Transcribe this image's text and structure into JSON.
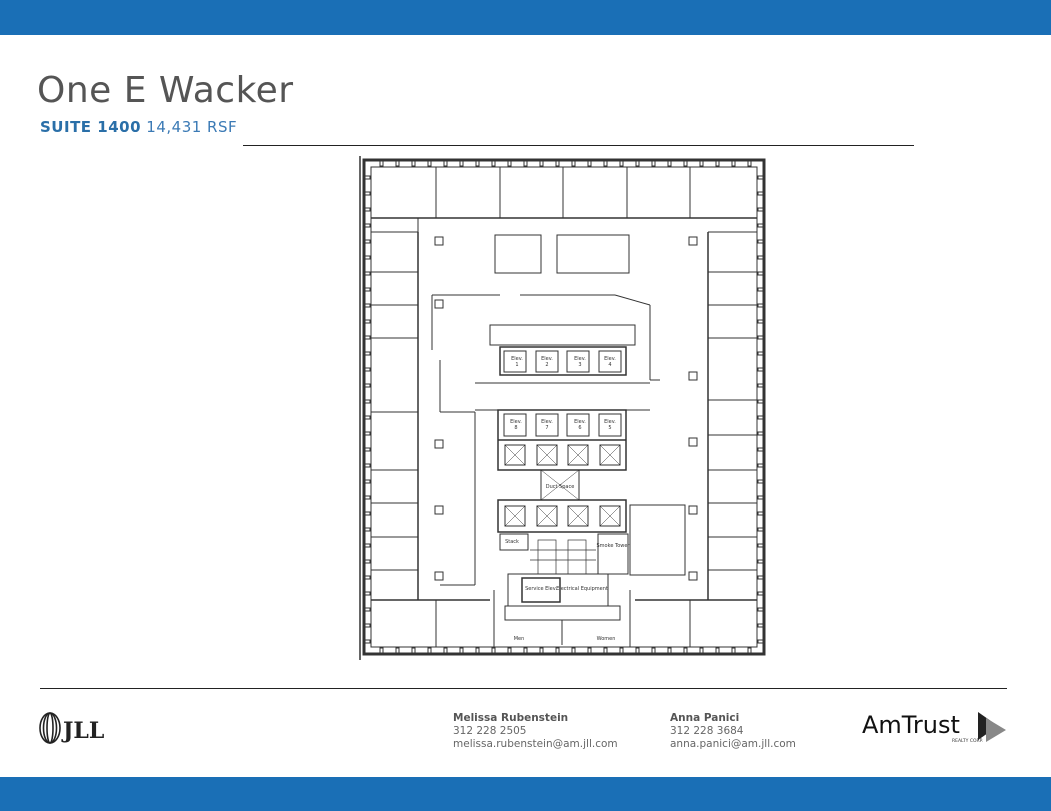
{
  "header": {
    "title": "One E Wacker",
    "suite": "SUITE 1400",
    "area": "14,431 RSF"
  },
  "floorplan": {
    "labels": {
      "elev1": "Elev.\n1",
      "elev2": "Elev.\n2",
      "elev3": "Elev.\n3",
      "elev4": "Elev.\n4",
      "elev5": "Elev.\n5",
      "elev6": "Elev.\n6",
      "elev7": "Elev.\n7",
      "elev8": "Elev.\n8",
      "duct": "Duct Space",
      "stack": "Stack",
      "smoke": "Smoke Tower",
      "service": "Service Elev.",
      "electrical": "Electrical Equipment",
      "men": "Men",
      "women": "Women"
    }
  },
  "footer": {
    "logo_left": "JLL",
    "logo_right": "AmTrust",
    "logo_right_sub": "REALTY CORP.",
    "contacts": [
      {
        "name": "Melissa Rubenstein",
        "phone": "312 228 2505",
        "email": "melissa.rubenstein@am.jll.com"
      },
      {
        "name": "Anna Panici",
        "phone": "312 228 3684",
        "email": "anna.panici@am.jll.com"
      }
    ]
  },
  "colors": {
    "brand_blue": "#1a6fb6",
    "title_gray": "#555555"
  }
}
